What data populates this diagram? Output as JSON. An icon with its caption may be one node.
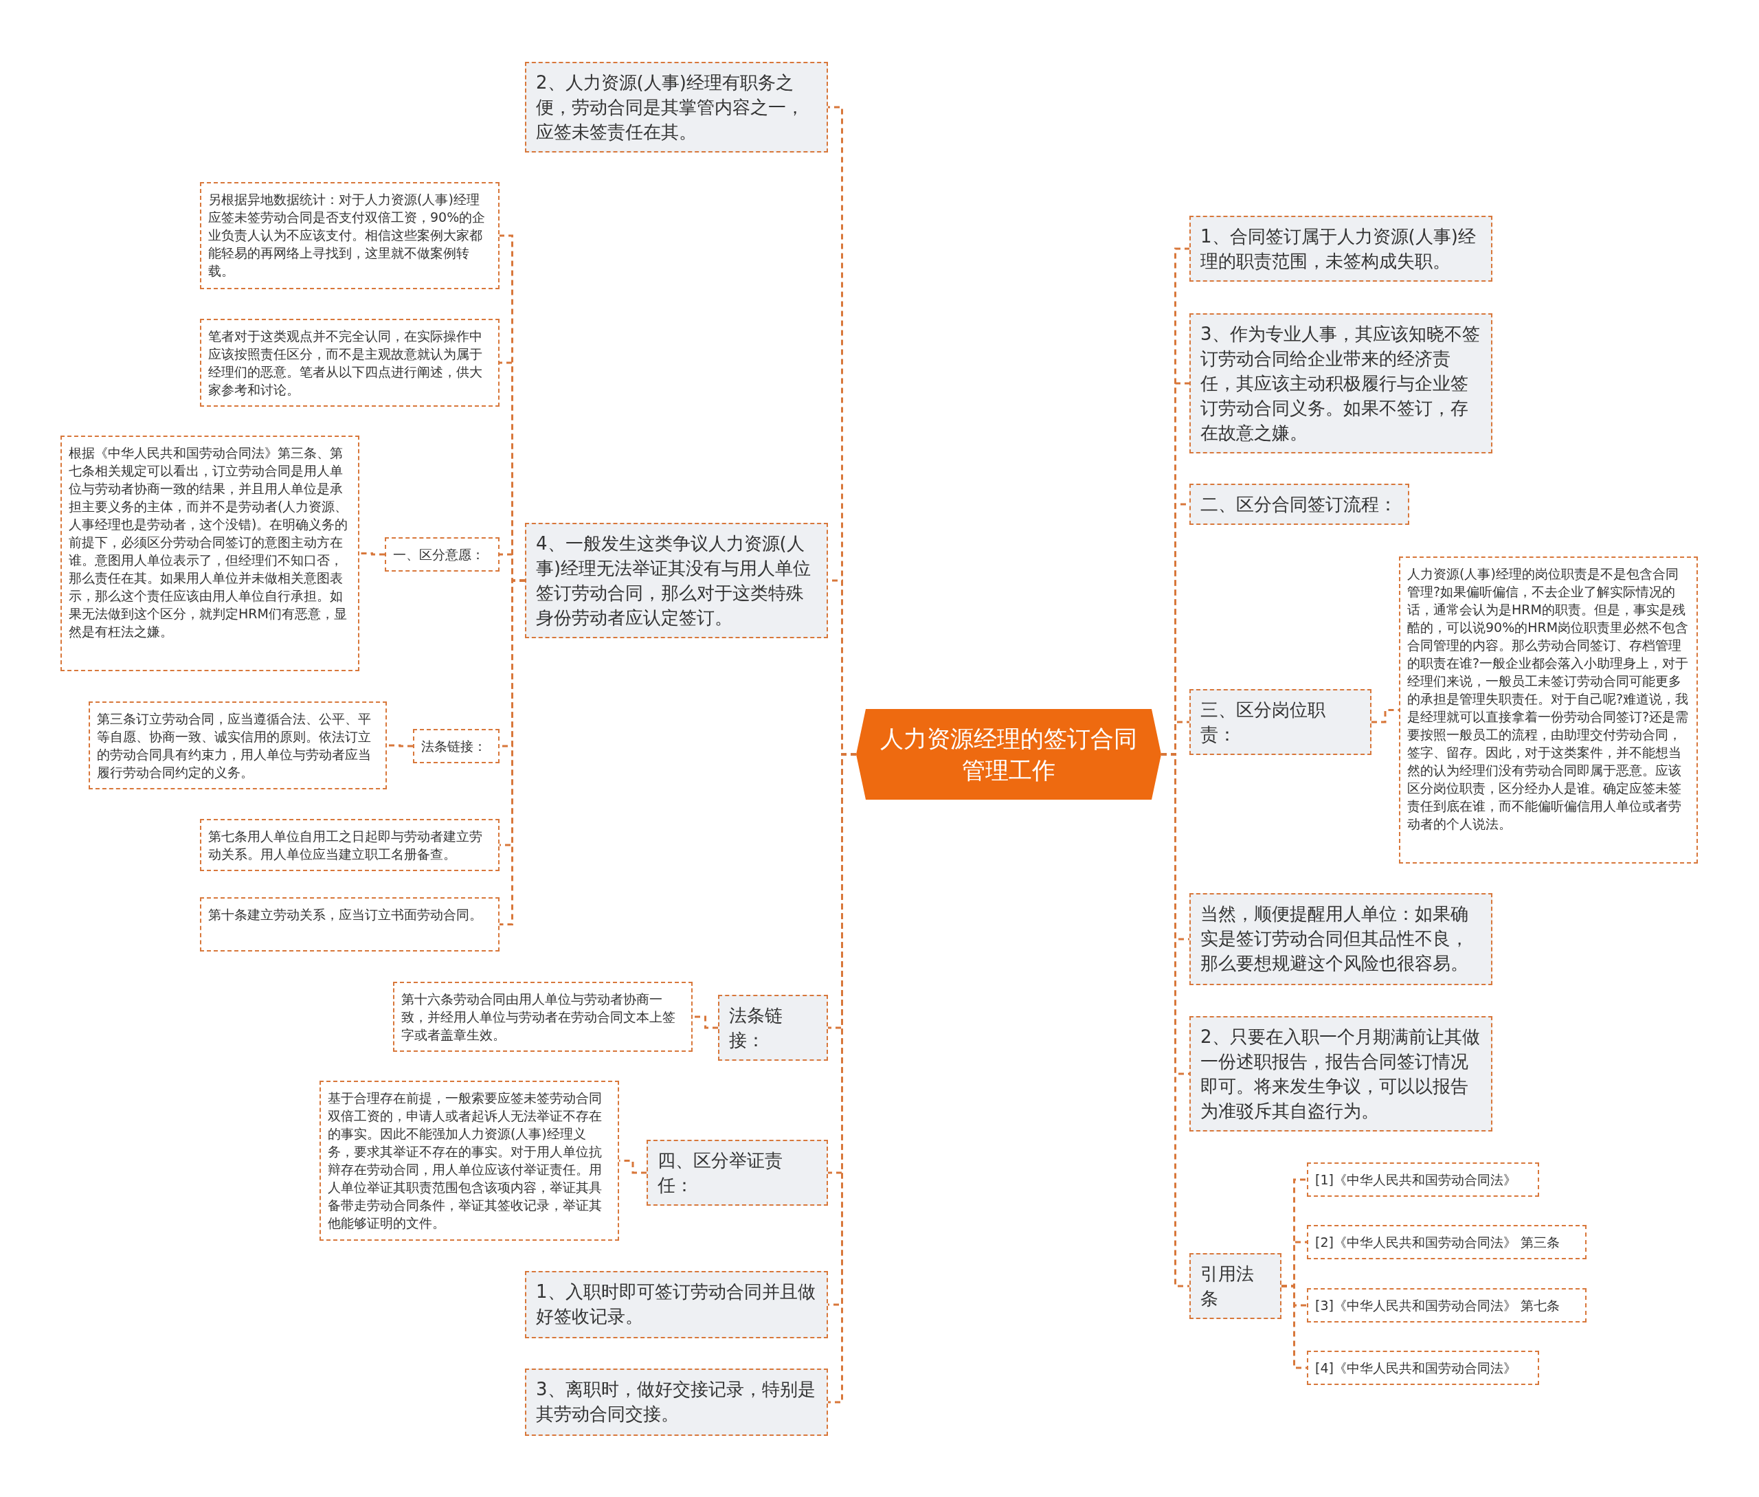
{
  "diagram": {
    "nodes": [
      {
        "text": [
          "人力资源经理的签订合同管理工作"
        ]
      },
      {
        "text": [
          "2、人力资源(人事)经理有职务之便，劳动合同是其掌管内容之一，应签未签责任在其。"
        ]
      },
      {
        "text": [
          "4、一般发生这类争议人力资源(人事)经理无法举证其没有与用人单位签订劳动合同，那么对于这类特殊身份劳动者应认定签订。"
        ]
      },
      {
        "text": [
          "另根据异地数据统计：对于人力资源(人事)经理应签未签劳动合同是否支付双倍工资，90%的企业负责人认为不应该支付。相信这些案例大家都能轻易的再网络上寻找到，这里就不做案例转载。"
        ]
      },
      {
        "text": [
          "笔者对于这类观点并不完全认同，在实际操作中应该按照责任区分，而不是主观故意就认为属于经理们的恶意。笔者从以下四点进行阐述，供大家参考和讨论。"
        ]
      },
      {
        "text": [
          "一、区分意愿："
        ]
      },
      {
        "text": [
          "根据《中华人民共和国劳动合同法》第三条、第七条相关规定可以看出，订立劳动合同是用人单位与劳动者协商一致的结果，并且用人单位是承担主要义务的主体，而并不是劳动者(人力资源、人事经理也是劳动者，这个没错)。在明确义务的前提下，必须区分劳动合同签订的意图主动方在谁。意图用人单位表示了，但经理们不知口否，那么责任在其。如果用人单位并未做相关意图表示，那么这个责任应该由用人单位自行承担。如果无法做到这个区分，就判定HRM们有恶意，显然是有枉法之嫌。"
        ]
      },
      {
        "text": [
          "法条链接："
        ]
      },
      {
        "text": [
          "第三条订立劳动合同，应当遵循合法、公平、平等自愿、协商一致、诚实信用的原则。依法订立的劳动合同具有约束力，用人单位与劳动者应当履行劳动合同约定的义务。"
        ]
      },
      {
        "text": [
          "第七条用人单位自用工之日起即与劳动者建立劳动关系。用人单位应当建立职工名册备查。"
        ]
      },
      {
        "text": [
          "第十条建立劳动关系，应当订立书面劳动合同。"
        ]
      },
      {
        "text": [
          "法条链接："
        ]
      },
      {
        "text": [
          "第十六条劳动合同由用人单位与劳动者协商一致，并经用人单位与劳动者在劳动合同文本上签字或者盖章生效。"
        ]
      },
      {
        "text": [
          "四、区分举证责任："
        ]
      },
      {
        "text": [
          "基于合理存在前提，一般索要应签未签劳动合同双倍工资的，申请人或者起诉人无法举证不存在的事实。因此不能强加人力资源(人事)经理义务，要求其举证不存在的事实。对于用人单位抗辩存在劳动合同，用人单位应该付举证责任。用人单位举证其职责范围包含该项内容，举证其具备带走劳动合同条件，举证其签收记录，举证其他能够证明的文件。"
        ]
      },
      {
        "text": [
          "1、入职时即可签订劳动合同并且做好签收记录。"
        ]
      },
      {
        "text": [
          "3、离职时，做好交接记录，特别是其劳动合同交接。"
        ]
      },
      {
        "text": [
          "1、合同签订属于人力资源(人事)经理的职责范围，未签构成失职。"
        ]
      },
      {
        "text": [
          "3、作为专业人事，其应该知晓不签订劳动合同给企业带来的经济责任，其应该主动积极履行与企业签订劳动合同义务。如果不签订，存在故意之嫌。"
        ]
      },
      {
        "text": [
          "二、区分合同签订流程："
        ]
      },
      {
        "text": [
          "三、区分岗位职责："
        ]
      },
      {
        "text": [
          "人力资源(人事)经理的岗位职责是不是包含合同管理?如果偏听偏信，不去企业了解实际情况的话，通常会认为是HRM的职责。但是，事实是残酷的，可以说90%的HRM岗位职责里必然不包含合同管理的内容。那么劳动合同签订、存档管理的职责在谁?一般企业都会落入小助理身上，对于经理们来说，一般员工未签订劳动合同可能更多的承担是管理失职责任。对于自己呢?难道说，我是经理就可以直接拿着一份劳动合同签订?还是需要按照一般员工的流程，由助理交付劳动合同，签字、留存。因此，对于这类案件，并不能想当然的认为经理们没有劳动合同即属于恶意。应该区分岗位职责，区分经办人是谁。确定应签未签责任到底在谁，而不能偏听偏信用人单位或者劳动者的个人说法。"
        ]
      },
      {
        "text": [
          "当然，顺便提醒用人单位：如果确实是签订劳动合同但其品性不良，那么要想规避这个风险也很容易。"
        ]
      },
      {
        "text": [
          "2、只要在入职一个月期满前让其做一份述职报告，报告合同签订情况即可。将来发生争议，可以以报告为准驳斥其自盗行为。"
        ]
      },
      {
        "text": [
          "引用法条"
        ]
      },
      {
        "text": [
          "[1]《中华人民共和国劳动合同法》"
        ]
      },
      {
        "text": [
          "[2]《中华人民共和国劳动合同法》 第三条"
        ]
      },
      {
        "text": [
          "[3]《中华人民共和国劳动合同法》 第七条"
        ]
      },
      {
        "text": [
          "[4]《中华人民共和国劳动合同法》"
        ]
      }
    ],
    "edges": [
      {
        "from": 0,
        "to": 1,
        "arrow": "none"
      },
      {
        "from": 0,
        "to": 2,
        "arrow": "none"
      },
      {
        "from": 2,
        "to": 3,
        "arrow": "none"
      },
      {
        "from": 2,
        "to": 4,
        "arrow": "none"
      },
      {
        "from": 2,
        "to": 5,
        "arrow": "none"
      },
      {
        "from": 5,
        "to": 6,
        "arrow": "none"
      },
      {
        "from": 2,
        "to": 7,
        "arrow": "none"
      },
      {
        "from": 7,
        "to": 8,
        "arrow": "none"
      },
      {
        "from": 2,
        "to": 9,
        "arrow": "none"
      },
      {
        "from": 2,
        "to": 10,
        "arrow": "none"
      },
      {
        "from": 0,
        "to": 11,
        "arrow": "none"
      },
      {
        "from": 11,
        "to": 12,
        "arrow": "none"
      },
      {
        "from": 0,
        "to": 13,
        "arrow": "none"
      },
      {
        "from": 13,
        "to": 14,
        "arrow": "none"
      },
      {
        "from": 0,
        "to": 15,
        "arrow": "none"
      },
      {
        "from": 0,
        "to": 16,
        "arrow": "none"
      },
      {
        "from": 0,
        "to": 17,
        "arrow": "none"
      },
      {
        "from": 0,
        "to": 18,
        "arrow": "none"
      },
      {
        "from": 0,
        "to": 19,
        "arrow": "none"
      },
      {
        "from": 0,
        "to": 20,
        "arrow": "none"
      },
      {
        "from": 20,
        "to": 21,
        "arrow": "none"
      },
      {
        "from": 0,
        "to": 22,
        "arrow": "none"
      },
      {
        "from": 0,
        "to": 23,
        "arrow": "none"
      },
      {
        "from": 0,
        "to": 24,
        "arrow": "none"
      },
      {
        "from": 24,
        "to": 25,
        "arrow": "none"
      },
      {
        "from": 24,
        "to": 26,
        "arrow": "none"
      },
      {
        "from": 24,
        "to": 27,
        "arrow": "none"
      },
      {
        "from": 24,
        "to": 28,
        "arrow": "none"
      }
    ]
  }
}
